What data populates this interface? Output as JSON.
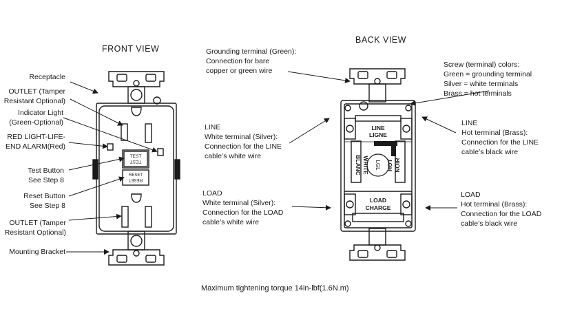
{
  "front": {
    "title": "FRONT VIEW",
    "labels": {
      "receptacle": "Receptacle",
      "outlet_top": [
        "OUTLET (Tamper",
        "Resistant Optional)"
      ],
      "indicator": [
        "Indicator Light",
        "(Green-Optional)"
      ],
      "red_light": [
        "RED LIGHT-LIFE-",
        "END ALARM(Red)"
      ],
      "test": [
        "Test Button",
        "See Step 8"
      ],
      "reset": [
        "Reset Button",
        "See Step 8"
      ],
      "outlet_bottom": [
        "OUTLET (Tamper",
        "Resistant Optional)"
      ],
      "mounting": "Mounting Bracket"
    },
    "device": {
      "test": "TEST",
      "test_mirror": "TEST",
      "reset": "RESET",
      "reset_mirror": "RESET"
    }
  },
  "back": {
    "title": "BACK VIEW",
    "grounding": [
      "Grounding terminal (Green):",
      "Connection for bare",
      "copper or green wire"
    ],
    "colors": [
      "Screw (terminal) colors:",
      "Green = grounding terminal",
      "Silver = white terminals",
      "Brass = hot terminals"
    ],
    "line_left": [
      "LINE",
      "White terminal (Silver):",
      "Connection for the LINE",
      "cable’s white wire"
    ],
    "line_right": [
      "LINE",
      "Hot terminal (Brass):",
      "Connection for the LINE",
      "cable’s black  wire"
    ],
    "load_left": [
      "LOAD",
      "White terminal (Silver):",
      "Connection for the LOAD",
      "cable’s white wire"
    ],
    "load_right": [
      "LOAD",
      "Hot terminal (Brass):",
      "Connection for the LOAD",
      "cable’s black  wire"
    ],
    "device": {
      "line": "LINE",
      "ligne": "LIGNE",
      "white": "WHITE",
      "blanc": "BLANC",
      "lgl": "LGL",
      "hot": "HOT",
      "noir": "NOIR",
      "load": "LOAD",
      "charge": "CHARGE"
    }
  },
  "footer": "Maximum tightening torque 14in-lbf(1.6N.m)"
}
